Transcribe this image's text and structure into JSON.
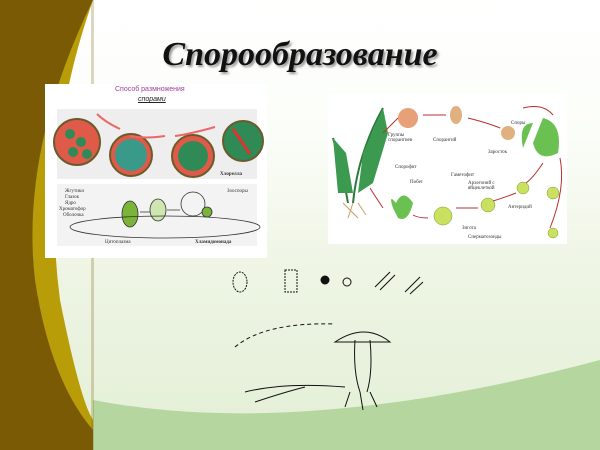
{
  "slide": {
    "title": "Спорообразование"
  },
  "algae": {
    "heading": "Способ размножения",
    "subheading": "спорами",
    "chlorella": "Хлорелла",
    "chlamydomonas": "Хламидомонада",
    "parts": [
      "Жгутики",
      "Глазок",
      "Ядро",
      "Хроматофор",
      "Оболочка"
    ],
    "cytoplasm": "Цитоплазма",
    "zoospores": "Зооспоры"
  },
  "fern": {
    "labels": {
      "sori": "Группы спорангиев",
      "sporangium": "Спорангий",
      "spores": "Споры",
      "prothallus": "Заросток",
      "sporophyte": "Спорофит",
      "gametophyte": "Гаметофит",
      "shoot": "Побег",
      "archegonium": "Архегоний с яйцеклеткой",
      "antheridium": "Антеридий",
      "zygote": "Зигота",
      "sperm": "Сперматозоиды"
    }
  },
  "colors": {
    "brown": "#7a5a05",
    "olive": "#b89c08",
    "green": "#b3d39a",
    "heading_purple": "#a0409a"
  }
}
